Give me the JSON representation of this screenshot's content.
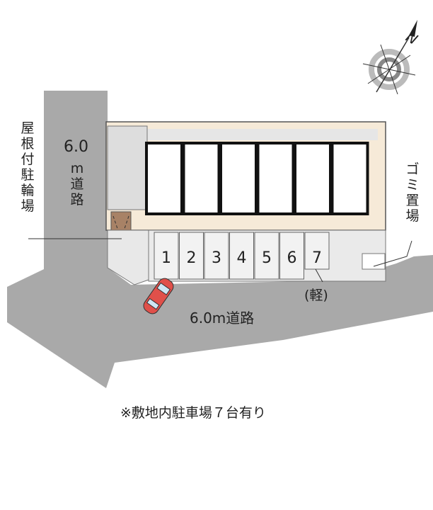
{
  "labels": {
    "left_road": "6.0m道路",
    "left_road_top": "6.0",
    "left_road_bottom": "m道路",
    "bottom_road": "6.0m道路",
    "bike_parking": "屋根付駐輪場",
    "garbage": "ゴミ置場",
    "kei": "(軽)",
    "footnote": "※敷地内駐車場７台有り"
  },
  "parking_spaces": [
    "1",
    "2",
    "3",
    "4",
    "5",
    "6",
    "7"
  ],
  "compass": {
    "north_label": "N"
  },
  "colors": {
    "road": "#a9a9a9",
    "lot": "#f6ead8",
    "car": "#e0504a",
    "bike": "#a88266"
  }
}
